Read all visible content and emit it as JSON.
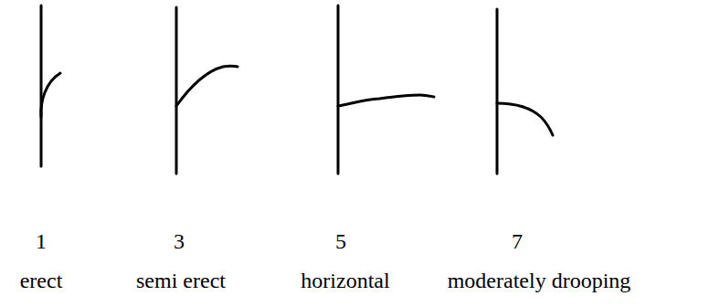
{
  "diagram": {
    "labels": [
      "1",
      "3",
      "5",
      "7",
      "erect",
      "semi erect",
      "horizontal",
      "moderately drooping"
    ]
  }
}
